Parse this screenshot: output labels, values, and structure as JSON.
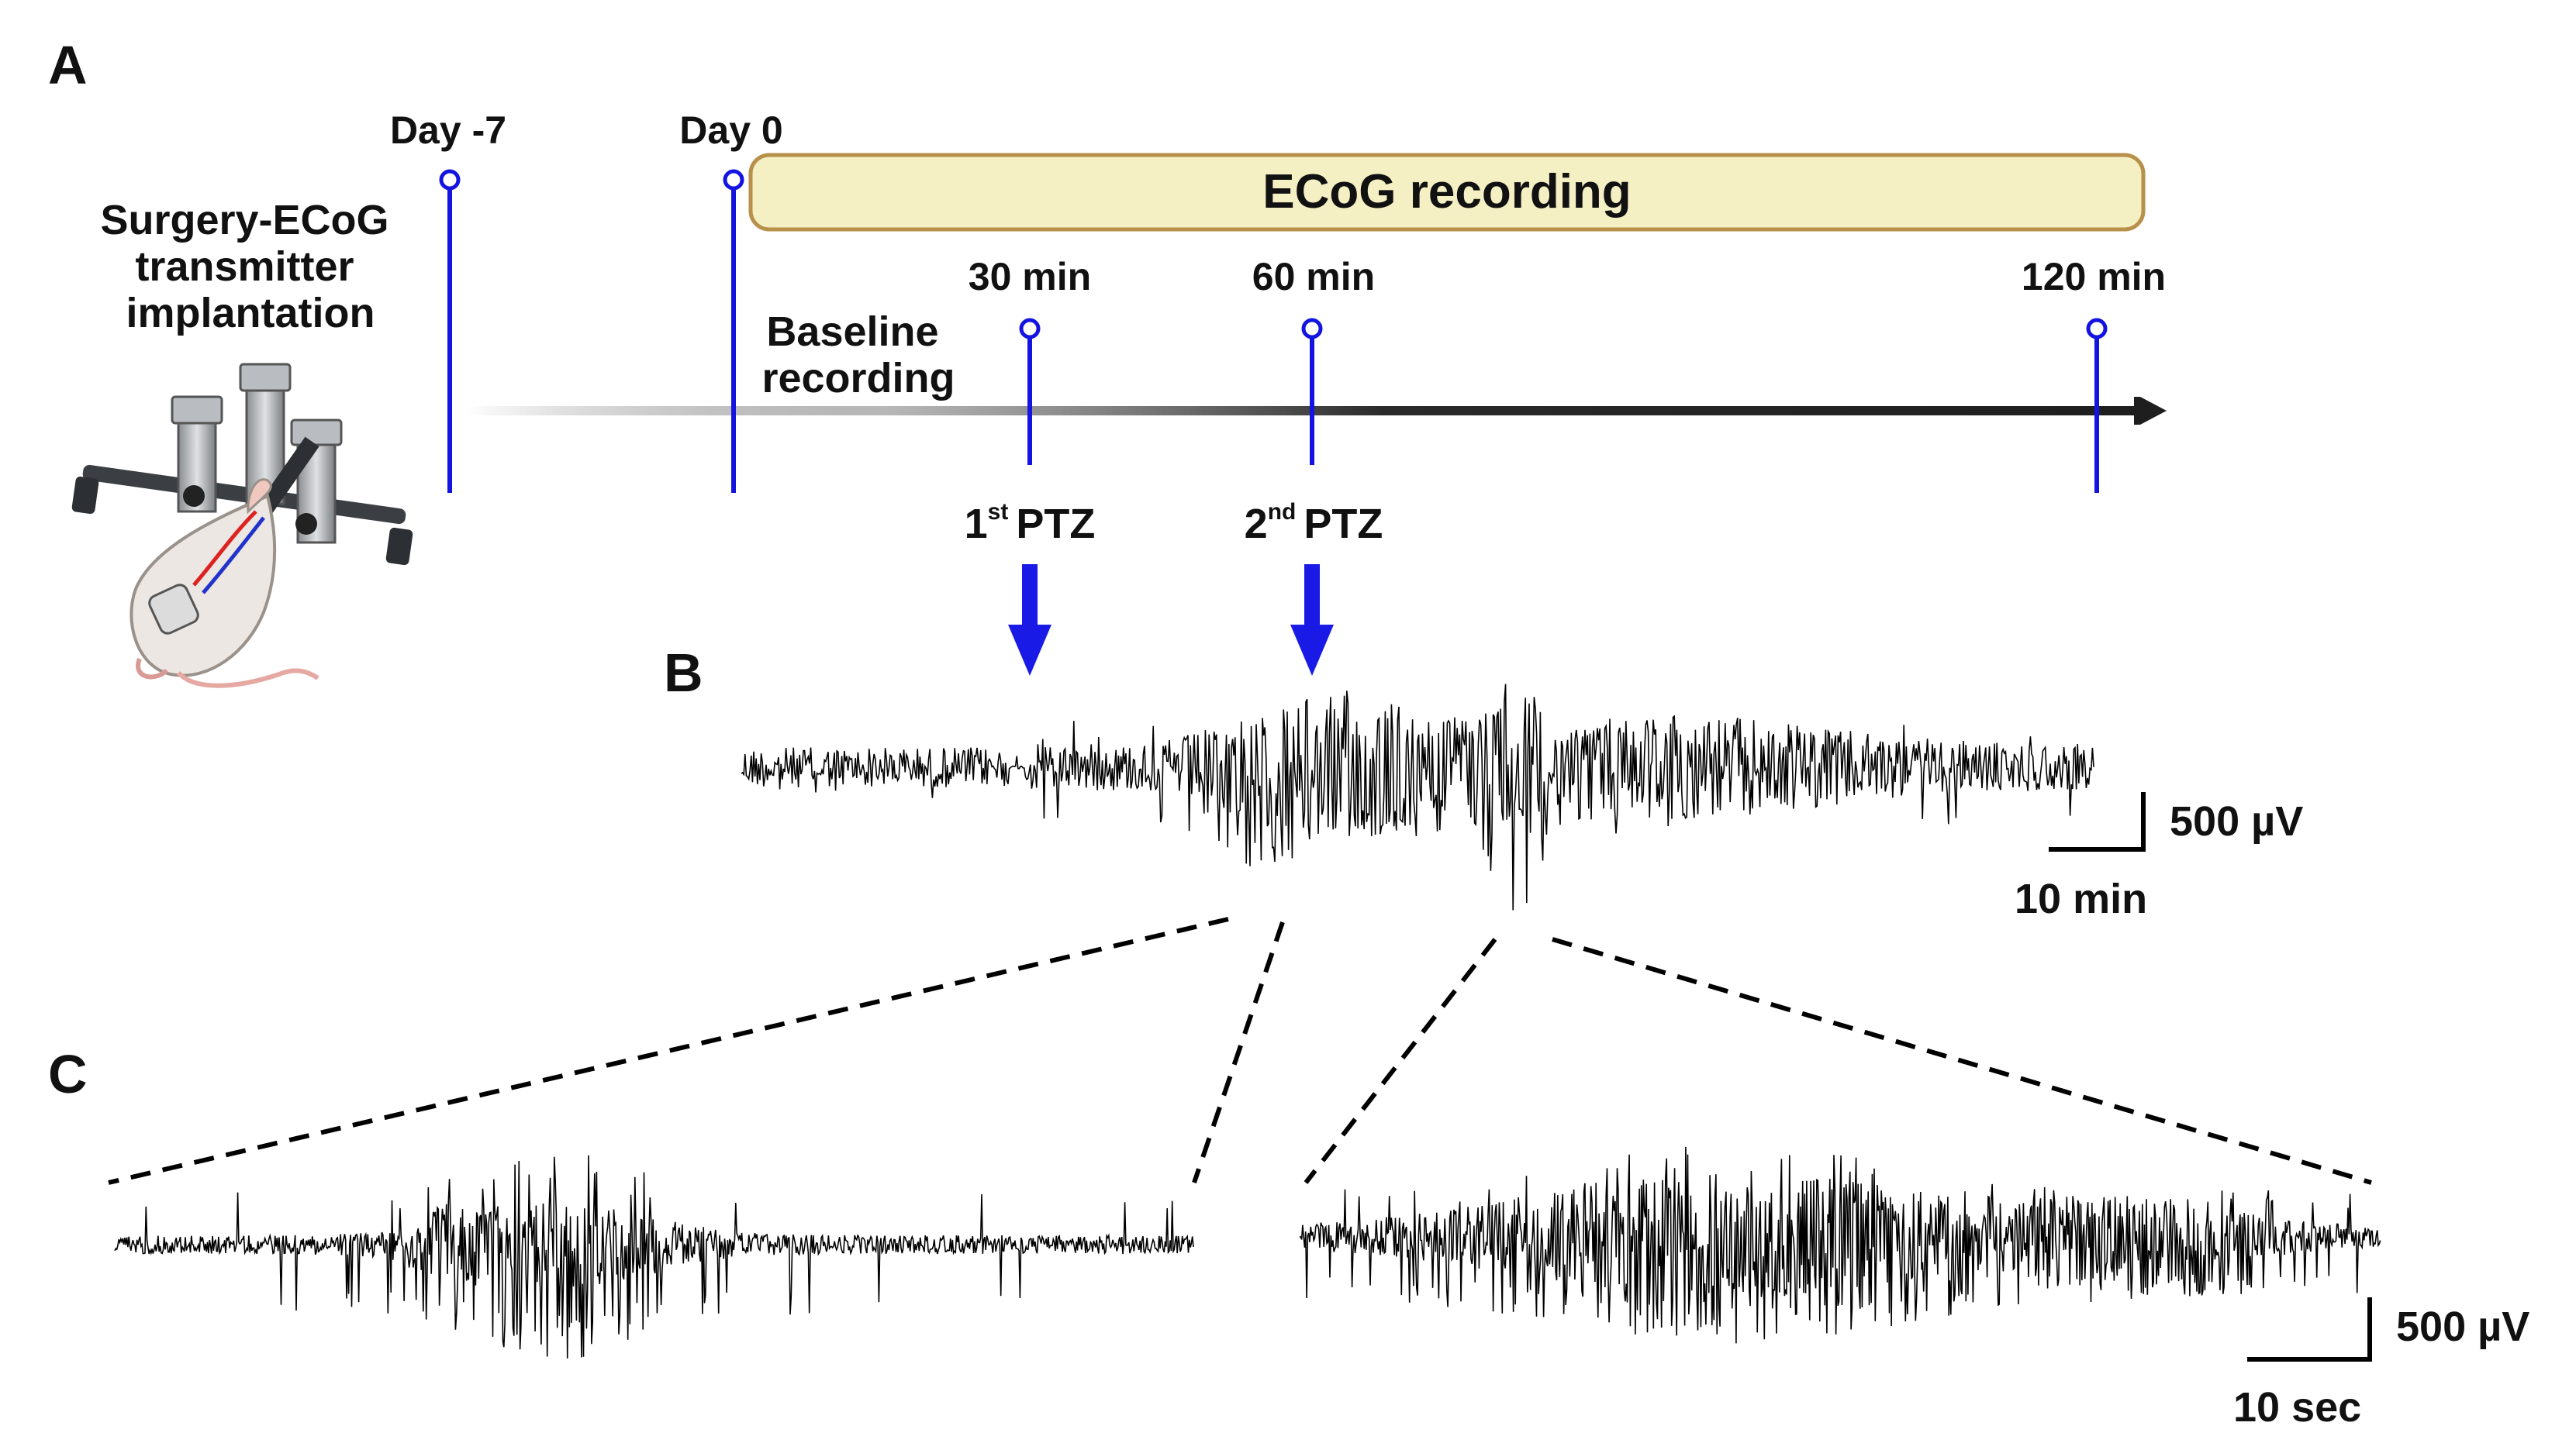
{
  "panels": {
    "a": "A",
    "b": "B",
    "c": "C"
  },
  "timeline": {
    "surgery_label": [
      "Surgery-ECoG",
      "transmitter",
      "implantation"
    ],
    "days": [
      "Day -7",
      "Day 0"
    ],
    "ecog_bar_label": "ECoG recording",
    "baseline_label": [
      "Baseline",
      "recording"
    ],
    "time_points": [
      "30 min",
      "60 min",
      "120 min"
    ],
    "ptz": [
      {
        "num": "1",
        "sup": "st",
        "drug": "PTZ"
      },
      {
        "num": "2",
        "sup": "nd",
        "drug": "PTZ"
      }
    ]
  },
  "scale_bars": {
    "b": {
      "amplitude": "500 µV",
      "time": "10 min"
    },
    "c": {
      "amplitude": "500 µV",
      "time": "10 sec"
    }
  },
  "colors": {
    "marker_blue": "#1414e0",
    "arrow_blue": "#1a1ae6",
    "ecog_bar_fill": "#f5efc4",
    "ecog_bar_stroke": "#b8904a",
    "trace": "#000000",
    "timeline_arrow": "#2a2a2a"
  },
  "icons": [
    "rat-stereotaxic-surgery-icon"
  ]
}
